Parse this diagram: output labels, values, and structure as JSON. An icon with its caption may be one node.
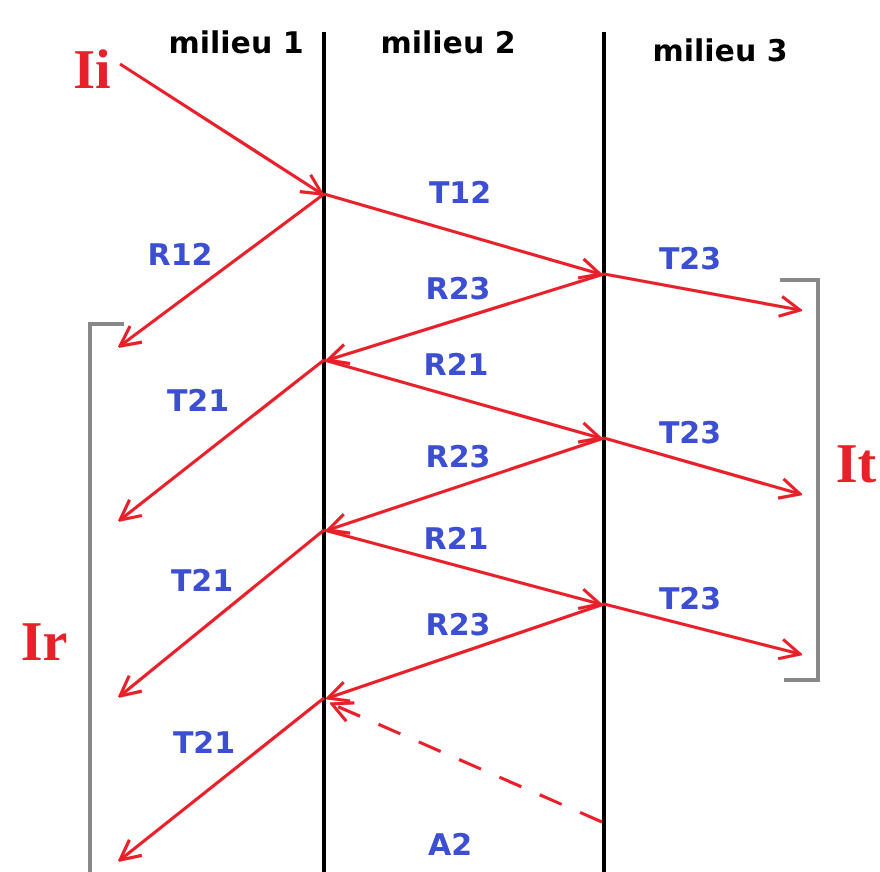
{
  "diagram": {
    "labels": [
      "milieu 1",
      "milieu 2",
      "milieu 3",
      "Ii",
      "T12",
      "R12",
      "T23",
      "R23",
      "R21",
      "T21",
      "T23",
      "R23",
      "It",
      "R21",
      "T21",
      "Ir",
      "T23",
      "R23",
      "T21",
      "A2"
    ]
  }
}
